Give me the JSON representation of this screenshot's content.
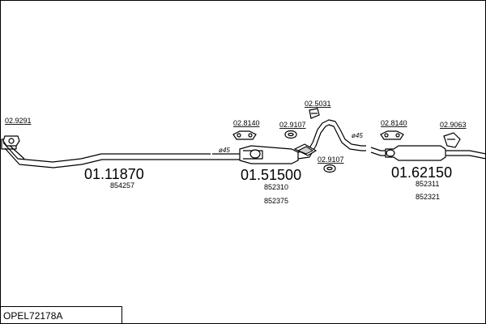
{
  "diagram": {
    "title": "OPEL72178A",
    "assemblies": [
      {
        "ref": "01.11870",
        "oem": [
          "854257"
        ]
      },
      {
        "ref": "01.51500",
        "oem": [
          "852310",
          "852375"
        ]
      },
      {
        "ref": "01.62150",
        "oem": [
          "852311",
          "852321"
        ]
      }
    ],
    "fitting_codes": [
      "02.9291",
      "02.8140",
      "02.9107",
      "02.5031",
      "02.9107",
      "02.8140",
      "02.9063"
    ],
    "diameters": [
      "ø45",
      "ø45"
    ]
  }
}
